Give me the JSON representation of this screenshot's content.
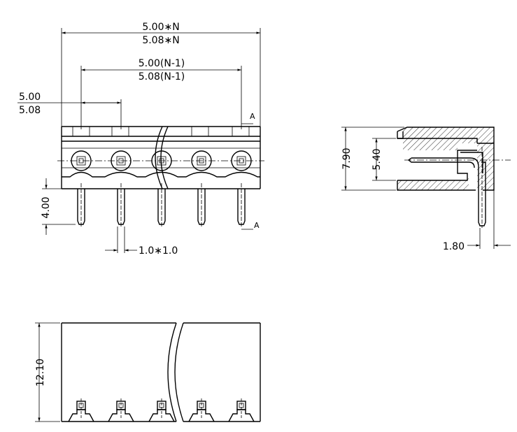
{
  "dimensions": {
    "overall_a": "5.00∗N",
    "overall_b": "5.08∗N",
    "span_a": "5.00(N-1)",
    "span_b": "5.08(N-1)",
    "pitch_a": "5.00",
    "pitch_b": "5.08",
    "pin_length": "4.00",
    "pin_section": "1.0∗1.0",
    "side_height": "7.90",
    "side_inner": "5.40",
    "side_offset": "1.80",
    "bottom_depth": "12.10"
  },
  "section_marks": {
    "top": "A",
    "bottom": "A"
  },
  "colors": {
    "line": "#000000",
    "hatch": "#000000",
    "background": "#ffffff"
  }
}
